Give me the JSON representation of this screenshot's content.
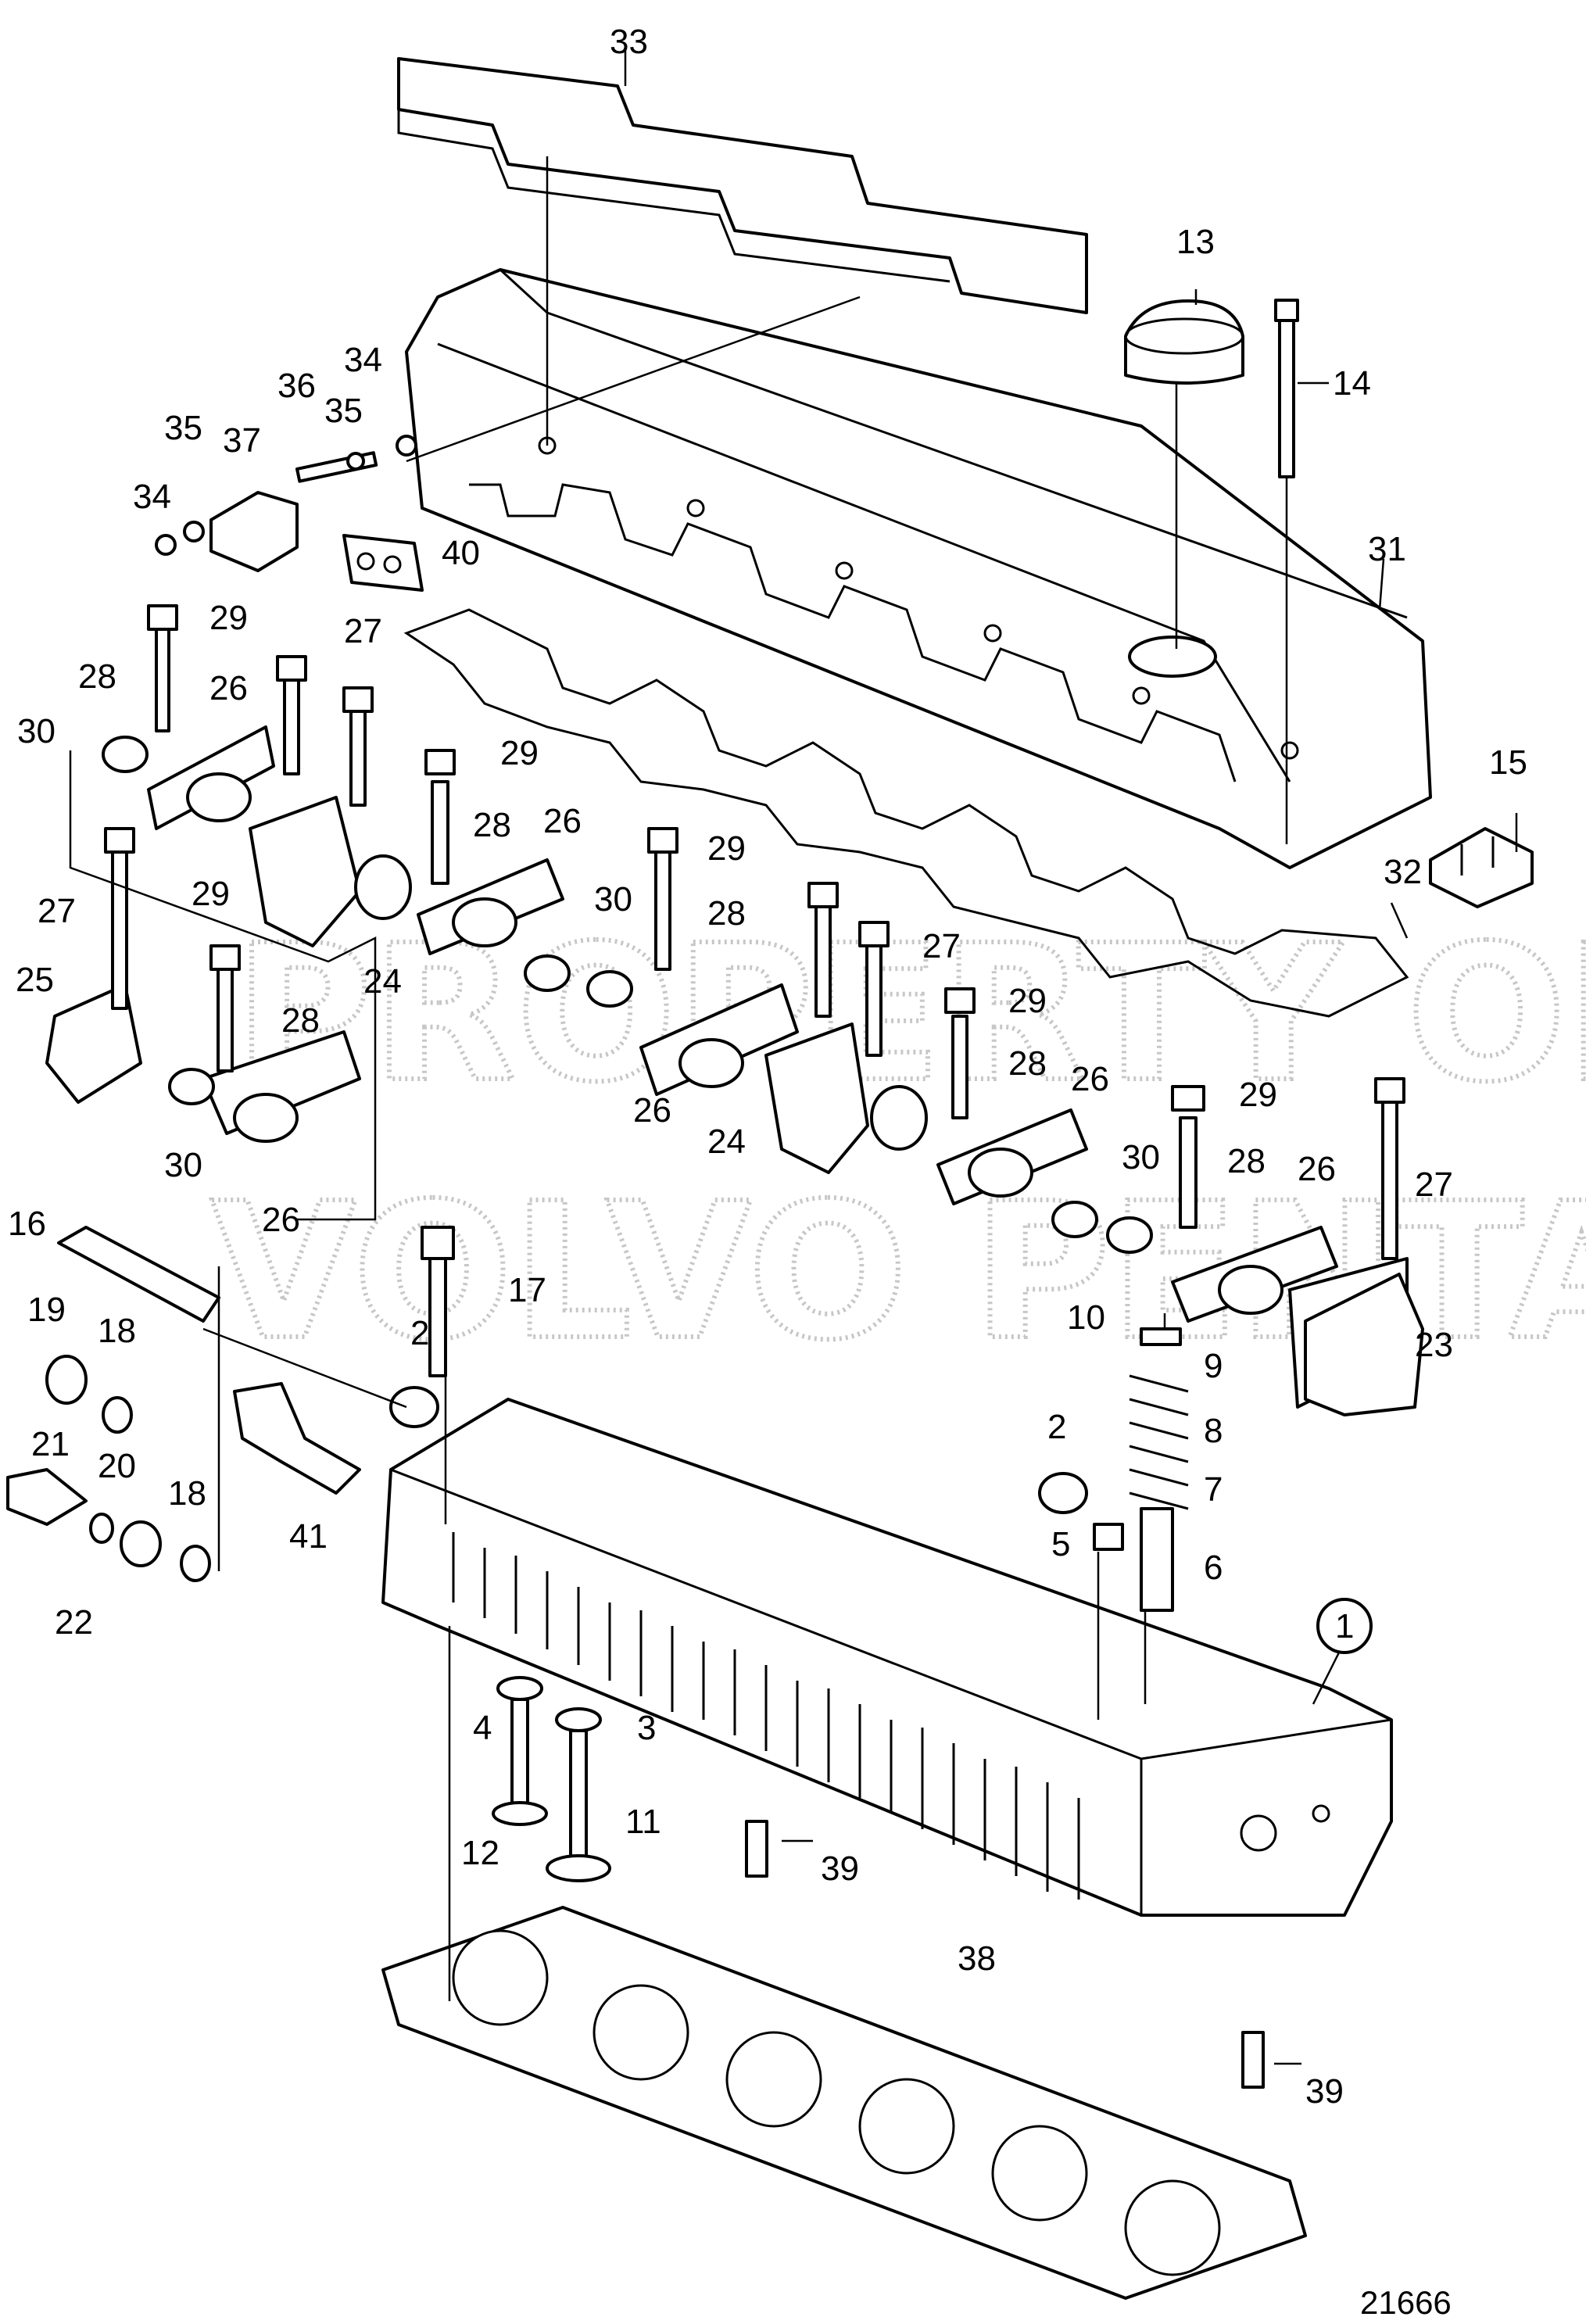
{
  "watermark": {
    "line1": "PROPERTY OF",
    "line2": "VOLVO PENTA"
  },
  "drawing_number": "21666",
  "callouts": [
    {
      "id": "c33",
      "text": "33"
    },
    {
      "id": "c13",
      "text": "13"
    },
    {
      "id": "c14",
      "text": "14"
    },
    {
      "id": "c31",
      "text": "31"
    },
    {
      "id": "c34a",
      "text": "34"
    },
    {
      "id": "c36",
      "text": "36"
    },
    {
      "id": "c35a",
      "text": "35"
    },
    {
      "id": "c35b",
      "text": "35"
    },
    {
      "id": "c37",
      "text": "37"
    },
    {
      "id": "c34b",
      "text": "34"
    },
    {
      "id": "c40",
      "text": "40"
    },
    {
      "id": "c29a",
      "text": "29"
    },
    {
      "id": "c27a",
      "text": "27"
    },
    {
      "id": "c28a",
      "text": "28"
    },
    {
      "id": "c26a",
      "text": "26"
    },
    {
      "id": "c30a",
      "text": "30"
    },
    {
      "id": "c29b",
      "text": "29"
    },
    {
      "id": "c28b",
      "text": "28"
    },
    {
      "id": "c26b",
      "text": "26"
    },
    {
      "id": "c29c",
      "text": "29"
    },
    {
      "id": "c28c",
      "text": "28"
    },
    {
      "id": "c15",
      "text": "15"
    },
    {
      "id": "c30b",
      "text": "30"
    },
    {
      "id": "c27b",
      "text": "27"
    },
    {
      "id": "c29d",
      "text": "29"
    },
    {
      "id": "c32",
      "text": "32"
    },
    {
      "id": "c27c",
      "text": "27"
    },
    {
      "id": "c25",
      "text": "25"
    },
    {
      "id": "c28d",
      "text": "28"
    },
    {
      "id": "c24a",
      "text": "24"
    },
    {
      "id": "c29e",
      "text": "29"
    },
    {
      "id": "c28e",
      "text": "28"
    },
    {
      "id": "c26c",
      "text": "26"
    },
    {
      "id": "c26d",
      "text": "26"
    },
    {
      "id": "c24b",
      "text": "24"
    },
    {
      "id": "c30c",
      "text": "30"
    },
    {
      "id": "c26e",
      "text": "26"
    },
    {
      "id": "c29f",
      "text": "29"
    },
    {
      "id": "c28f",
      "text": "28"
    },
    {
      "id": "c26f",
      "text": "26"
    },
    {
      "id": "c30d",
      "text": "30"
    },
    {
      "id": "c27d",
      "text": "27"
    },
    {
      "id": "c16",
      "text": "16"
    },
    {
      "id": "c17",
      "text": "17"
    },
    {
      "id": "c10",
      "text": "10"
    },
    {
      "id": "c9",
      "text": "9"
    },
    {
      "id": "c23",
      "text": "23"
    },
    {
      "id": "c19",
      "text": "19"
    },
    {
      "id": "c18a",
      "text": "18"
    },
    {
      "id": "c2a",
      "text": "2"
    },
    {
      "id": "c8",
      "text": "8"
    },
    {
      "id": "c2b",
      "text": "2"
    },
    {
      "id": "c7",
      "text": "7"
    },
    {
      "id": "c21",
      "text": "21"
    },
    {
      "id": "c20",
      "text": "20"
    },
    {
      "id": "c18b",
      "text": "18"
    },
    {
      "id": "c41",
      "text": "41"
    },
    {
      "id": "c5",
      "text": "5"
    },
    {
      "id": "c6",
      "text": "6"
    },
    {
      "id": "c22",
      "text": "22"
    },
    {
      "id": "c1",
      "text": "1"
    },
    {
      "id": "c4",
      "text": "4"
    },
    {
      "id": "c3",
      "text": "3"
    },
    {
      "id": "c11",
      "text": "11"
    },
    {
      "id": "c12",
      "text": "12"
    },
    {
      "id": "c39a",
      "text": "39"
    },
    {
      "id": "c38",
      "text": "38"
    },
    {
      "id": "c39b",
      "text": "39"
    }
  ]
}
